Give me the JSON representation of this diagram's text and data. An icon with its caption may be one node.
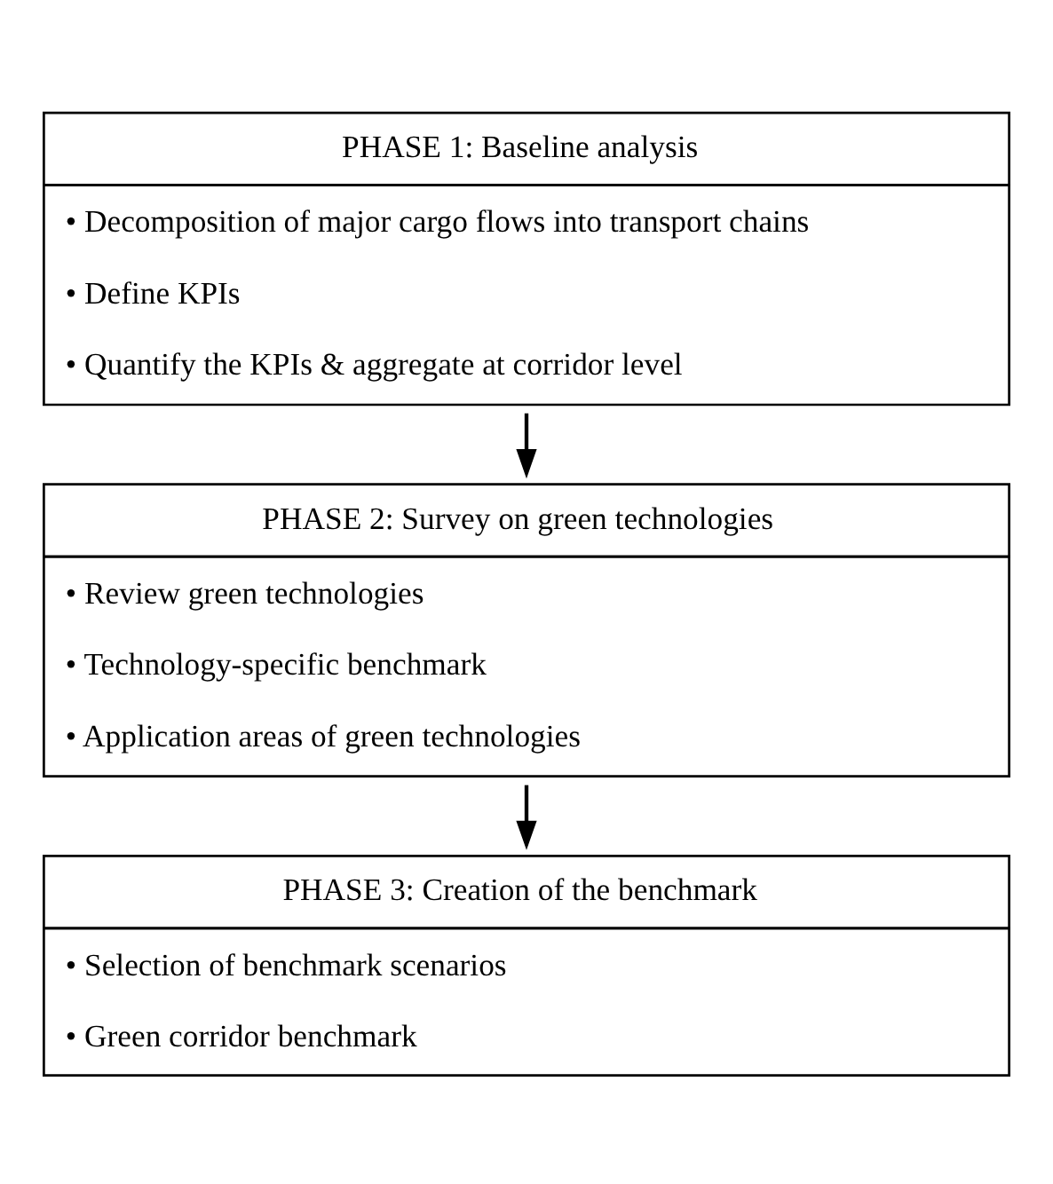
{
  "diagram": {
    "nodes": [
      {
        "text": [
          "PHASE 1: Baseline analysis",
          "• Decomposition of major cargo flows into transport chains",
          "• Define KPIs",
          "• Quantify the KPIs & aggregate at corridor level"
        ]
      },
      {
        "text": [
          "PHASE 2: Survey on green technologies",
          "• Review green technologies",
          "• Technology-specific benchmark",
          "• Application areas of green technologies"
        ]
      },
      {
        "text": [
          "PHASE 3: Creation of the benchmark",
          "• Selection of benchmark scenarios",
          "• Green corridor benchmark"
        ]
      }
    ],
    "edges": [
      {
        "from": 0,
        "to": 1,
        "arrow": "to"
      },
      {
        "from": 1,
        "to": 2,
        "arrow": "to"
      }
    ]
  }
}
